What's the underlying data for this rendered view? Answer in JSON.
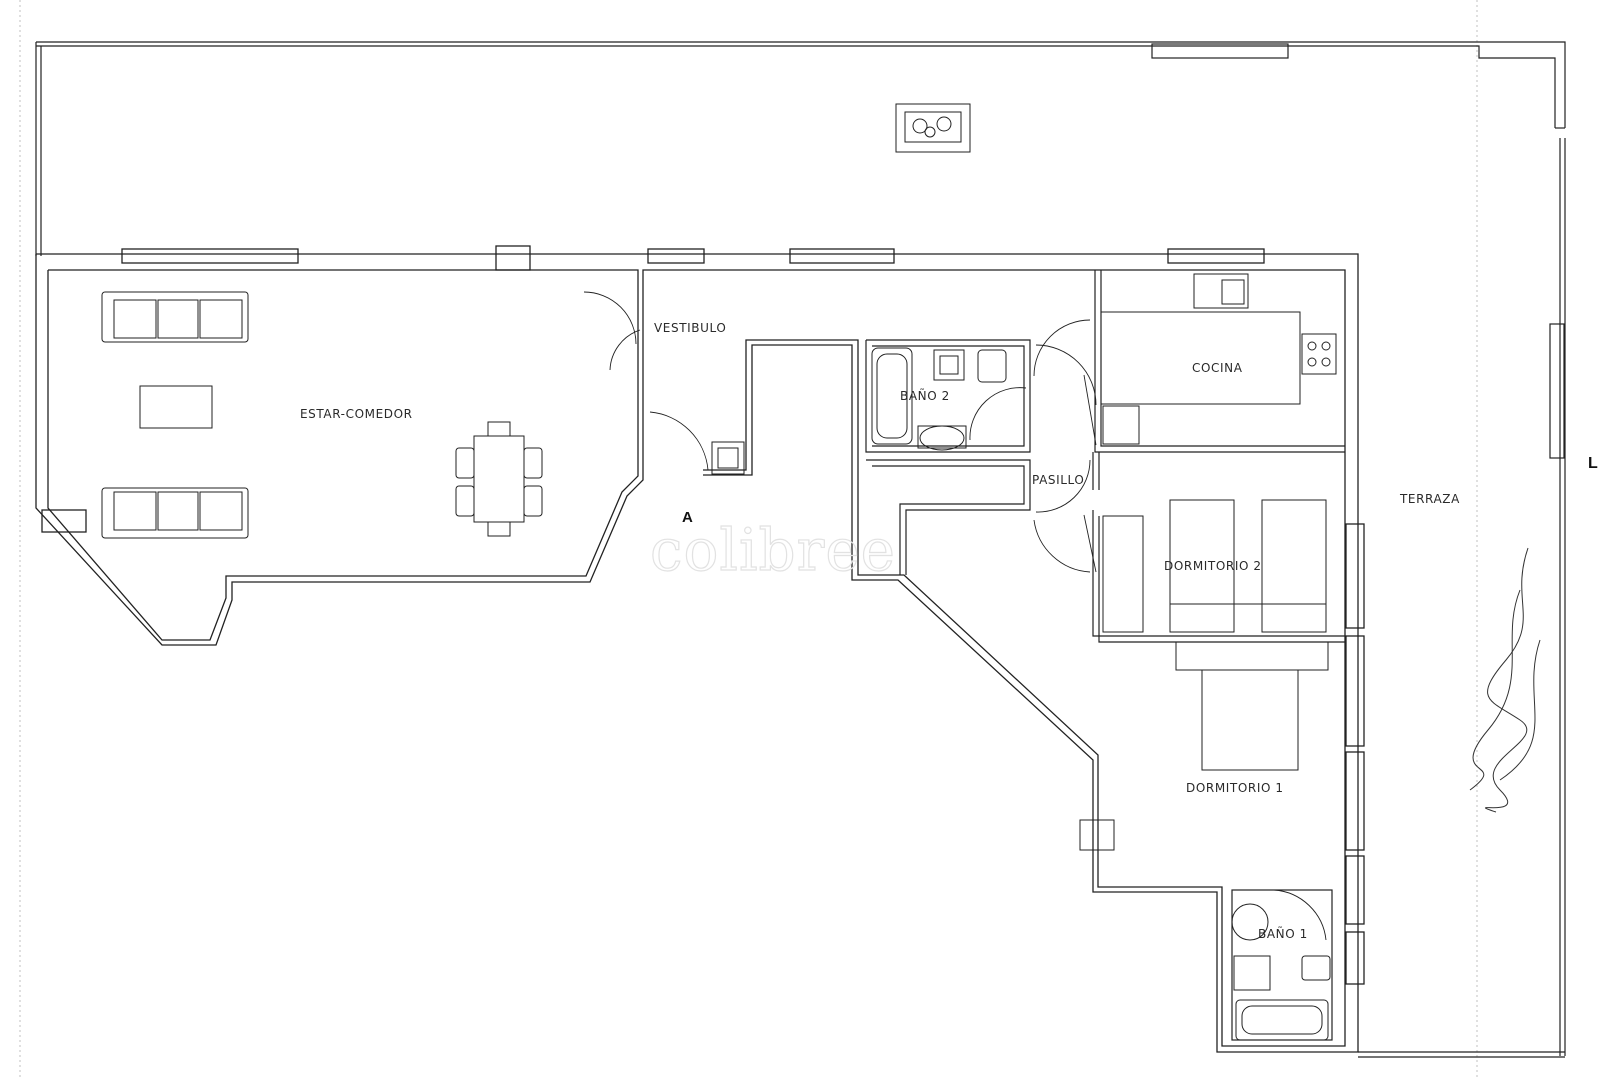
{
  "plan": {
    "unit_label": "A",
    "rooms": {
      "estar_comedor": "ESTAR-COMEDOR",
      "vestibulo": "VESTIBULO",
      "bano_2": "BAÑO 2",
      "cocina": "COCINA",
      "pasillo": "PASILLO",
      "dormitorio_2": "DORMITORIO 2",
      "dormitorio_1": "DORMITORIO 1",
      "bano_1": "BAÑO 1",
      "terraza": "TERRAZA"
    },
    "watermark": "colibree",
    "edge_letter": "L"
  },
  "icons": [
    "fireplace-icon",
    "sofa-icon",
    "coffee-table-icon",
    "dining-table-icon",
    "bathtub-icon",
    "toilet-icon",
    "bidet-icon",
    "washbasin-icon",
    "kitchen-sink-icon",
    "cooktop-icon",
    "bed-icon",
    "door-swing-icon",
    "signature-icon"
  ],
  "colors": {
    "line": "#222222",
    "background": "#ffffff",
    "watermark": "#e2e2e2"
  }
}
